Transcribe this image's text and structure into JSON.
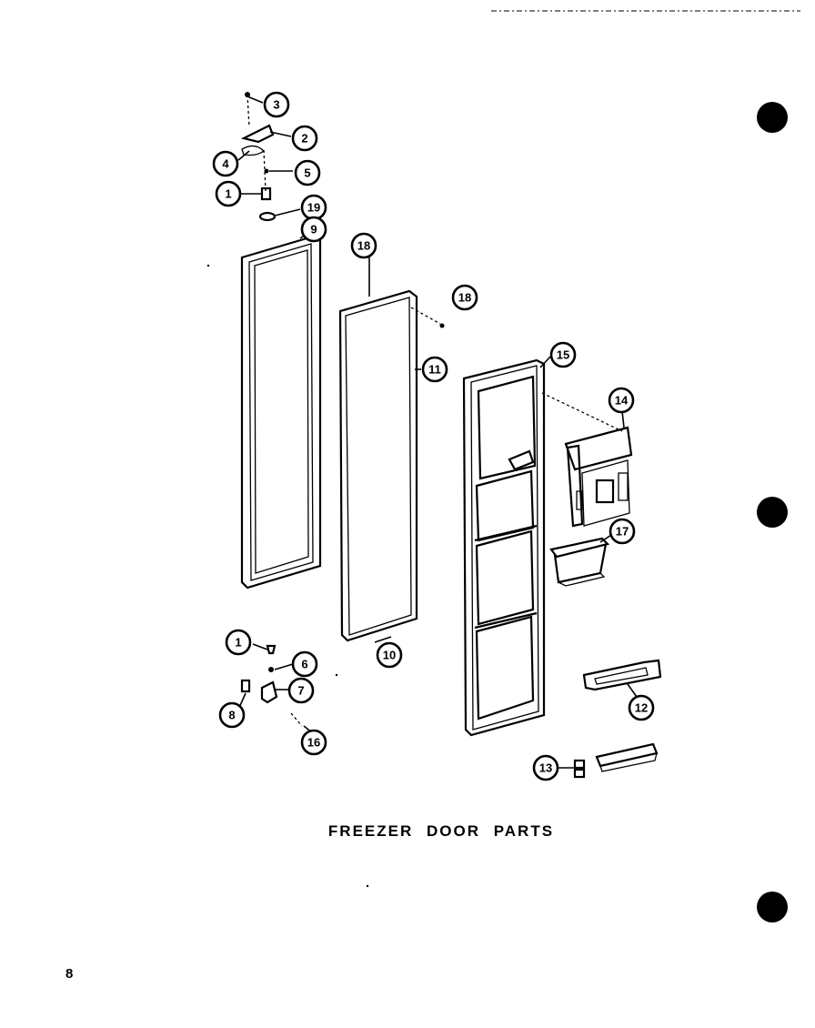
{
  "title": "FREEZER DOOR PARTS",
  "page_number": "8",
  "callouts": [
    {
      "id": "c3",
      "label": "3"
    },
    {
      "id": "c2",
      "label": "2"
    },
    {
      "id": "c4",
      "label": "4"
    },
    {
      "id": "c5",
      "label": "5"
    },
    {
      "id": "c1a",
      "label": "1"
    },
    {
      "id": "c19a",
      "label": "19"
    },
    {
      "id": "c9",
      "label": "9"
    },
    {
      "id": "c18a",
      "label": "18"
    },
    {
      "id": "c18b",
      "label": "18"
    },
    {
      "id": "c11",
      "label": "11"
    },
    {
      "id": "c15",
      "label": "15"
    },
    {
      "id": "c14",
      "label": "14"
    },
    {
      "id": "c17",
      "label": "17"
    },
    {
      "id": "c1b",
      "label": "1"
    },
    {
      "id": "c6",
      "label": "6"
    },
    {
      "id": "c10",
      "label": "10"
    },
    {
      "id": "c7",
      "label": "7"
    },
    {
      "id": "c8",
      "label": "8"
    },
    {
      "id": "c16",
      "label": "16"
    },
    {
      "id": "c12",
      "label": "12"
    },
    {
      "id": "c13",
      "label": "13"
    }
  ]
}
